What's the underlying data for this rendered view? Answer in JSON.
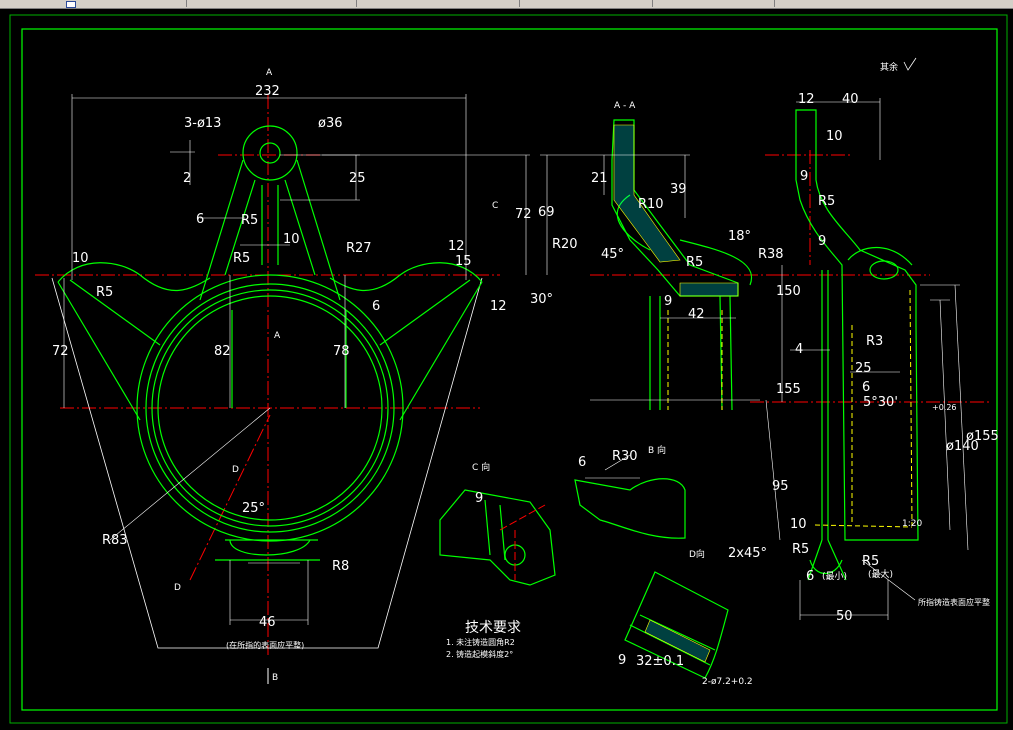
{
  "colors": {
    "outline": "#00ff00",
    "center": "#ff0000",
    "dim": "#ffffff",
    "frame": "#00b000",
    "hidden": "#ffff00",
    "hatch": "#00ffff"
  },
  "front": {
    "label_a_top": "A",
    "w232": "232",
    "holes": "3-ø13",
    "phi36": "ø36",
    "d2": "2",
    "d25": "25",
    "d72a": "72",
    "d69": "69",
    "c_arrow": "C",
    "d6": "6",
    "r5a": "R5",
    "d10": "10",
    "r5b": "R5",
    "r27": "R27",
    "d10b": "10",
    "d12a": "12",
    "d15": "15",
    "r5c": "R5",
    "d30": "30°",
    "d12b": "12",
    "d6b": "6",
    "d72b": "72",
    "d82": "82",
    "d78": "78",
    "label_a_mid": "A",
    "d_arrow_a": "D",
    "ang25": "25°",
    "r83": "R83",
    "d_arrow_b": "D",
    "r8": "R8",
    "d46": "46",
    "surface_note": "(在所指的表面应平整)",
    "b_arrow": "B"
  },
  "section_aa": {
    "title": "A - A",
    "d21": "21",
    "d39": "39",
    "r10": "R10",
    "r20": "R20",
    "ang45": "45°",
    "ang18": "18°",
    "r5": "R5",
    "r38": "R38",
    "d9": "9",
    "d42": "42"
  },
  "view_c": {
    "title": "C 向",
    "d9": "9"
  },
  "view_b": {
    "title": "B 向",
    "d6": "6",
    "r30": "R30"
  },
  "view_d": {
    "title": "D向",
    "d32": "32±0.1",
    "d9": "9",
    "holes": "2-ø7.2+0.2"
  },
  "side": {
    "roughness": "其余",
    "d12": "12",
    "d40": "40",
    "d10": "10",
    "d9a": "9",
    "r5a": "R5",
    "d9b": "9",
    "d150": "150",
    "r3": "R3",
    "d4": "4",
    "d25": "25",
    "d155": "155",
    "d6": "6",
    "taper": "5°30'",
    "dia140": "ø140",
    "tol140": "+0.26",
    "dia155": "ø155",
    "d95": "95",
    "slope": "1:20",
    "d10b": "10",
    "chamfer": "2x45°",
    "r5b": "R5",
    "r5c": "R5",
    "d6b": "6",
    "min": "(最小)",
    "max": "(最大)",
    "d50": "50",
    "surface_note": "所指铸造表面应平整"
  },
  "tech": {
    "title": "技术要求",
    "line1": "1. 未注铸造圆角R2",
    "line2": "2. 铸造起模斜度2°"
  }
}
